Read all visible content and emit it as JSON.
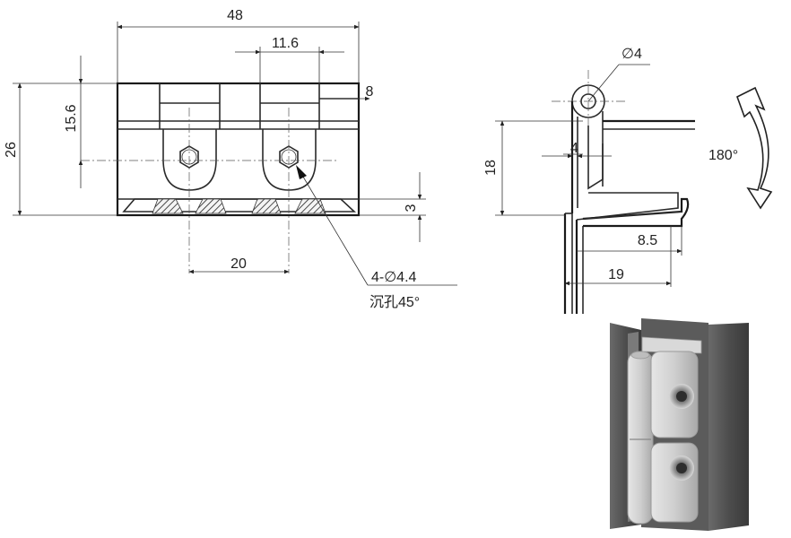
{
  "dimensions": {
    "overall_width": "48",
    "knuckle_pitch": "11.6",
    "tab_offset": "8",
    "hole_height": "15.6",
    "overall_height": "26",
    "base_thickness": "3",
    "hole_spacing": "20",
    "hole_callout_line1": "4-∅4.4",
    "hole_callout_line2": "沉孔45°",
    "pin_diameter": "∅4",
    "leaf_gap": "4",
    "side_height": "18",
    "flange_width": "8.5",
    "side_width": "19",
    "rotation_angle": "180°"
  },
  "colors": {
    "line": "#2a2a2a",
    "render_steel": "#cfcfcf",
    "render_frame": "#555555"
  }
}
